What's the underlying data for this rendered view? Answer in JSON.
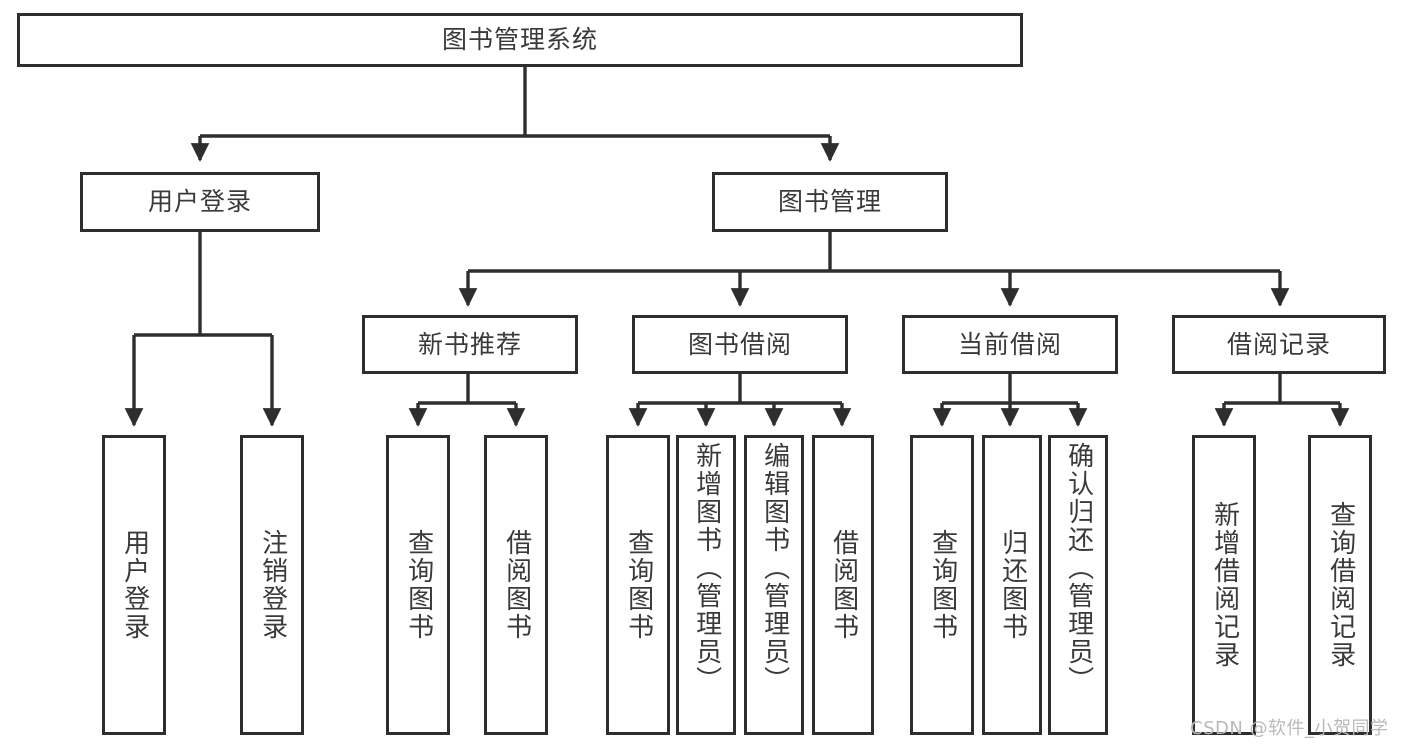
{
  "diagram": {
    "title": "图书管理系统",
    "type": "hierarchy-tree",
    "watermark": "CSDN @软件_小贺同学",
    "colors": {
      "background": "#ffffff",
      "stroke": "#2e2e2e",
      "text": "#3a3a3a",
      "watermark": "#b9b9b9"
    },
    "root": {
      "label": "图书管理系统"
    },
    "level2": [
      {
        "id": "user-login",
        "label": "用户登录"
      },
      {
        "id": "book-management",
        "label": "图书管理"
      }
    ],
    "level3": [
      {
        "id": "new-book-recommend",
        "label": "新书推荐"
      },
      {
        "id": "book-borrow",
        "label": "图书借阅"
      },
      {
        "id": "current-borrow",
        "label": "当前借阅"
      },
      {
        "id": "borrow-record",
        "label": "借阅记录"
      }
    ],
    "leaves": {
      "user_login": [
        {
          "id": "leaf-user-login",
          "label": "用户登录"
        },
        {
          "id": "leaf-logout-login",
          "label": "注销登录"
        }
      ],
      "new_book_recommend": [
        {
          "id": "leaf-query-book-1",
          "label": "查询图书"
        },
        {
          "id": "leaf-borrow-book-1",
          "label": "借阅图书"
        }
      ],
      "book_borrow": [
        {
          "id": "leaf-query-book-2",
          "label": "查询图书"
        },
        {
          "id": "leaf-add-book-admin",
          "label": "新增图书（管理员）"
        },
        {
          "id": "leaf-edit-book-admin",
          "label": "编辑图书（管理员）"
        },
        {
          "id": "leaf-borrow-book-2",
          "label": "借阅图书"
        }
      ],
      "current_borrow": [
        {
          "id": "leaf-query-book-3",
          "label": "查询图书"
        },
        {
          "id": "leaf-return-book",
          "label": "归还图书"
        },
        {
          "id": "leaf-confirm-return-admin",
          "label": "确认归还（管理员）"
        }
      ],
      "borrow_record": [
        {
          "id": "leaf-add-borrow-record",
          "label": "新增借阅记录"
        },
        {
          "id": "leaf-query-borrow-record",
          "label": "查询借阅记录"
        }
      ]
    }
  }
}
